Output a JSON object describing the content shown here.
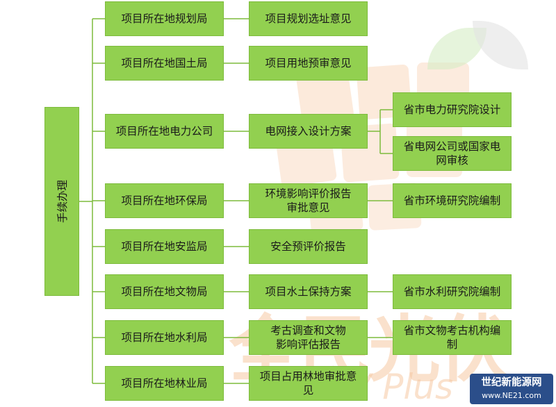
{
  "root": {
    "label": "手续办理"
  },
  "departments": [
    {
      "label": "项目所在地规划局"
    },
    {
      "label": "项目所在地国土局"
    },
    {
      "label": "项目所在地电力公司"
    },
    {
      "label": "项目所在地环保局"
    },
    {
      "label": "项目所在地安监局"
    },
    {
      "label": "项目所在地文物局"
    },
    {
      "label": "项目所在地水利局"
    },
    {
      "label": "项目所在地林业局"
    }
  ],
  "documents": [
    {
      "label": "项目规划选址意见"
    },
    {
      "label": "项目用地预审意见"
    },
    {
      "label": "电网接入设计方案"
    },
    {
      "label": "环境影响评价报告\n审批意见"
    },
    {
      "label": "安全预评价报告"
    },
    {
      "label": "项目水土保持方案"
    },
    {
      "label": "考古调查和文物\n影响评估报告"
    },
    {
      "label": "项目占用林地审批意\n见"
    }
  ],
  "preparers": [
    {
      "label": "省市电力研究院设计"
    },
    {
      "label": "省电网公司或国家电\n网审核"
    },
    {
      "label": "省市环境研究院编制"
    },
    {
      "label": "省市水利研究院编制"
    },
    {
      "label": "省市文物考古机构编\n制"
    }
  ],
  "watermark": {
    "text": "全民光伏",
    "subtext": "PV Plus"
  },
  "badge": {
    "title": "世纪新能源网",
    "url": "www.NE21.com"
  }
}
